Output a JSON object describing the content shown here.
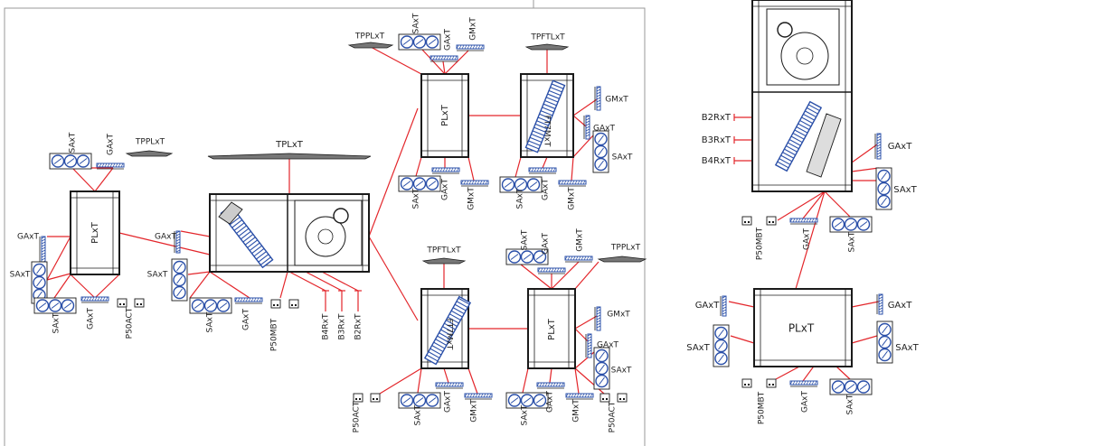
{
  "labels": {
    "plxt": "PLxT",
    "tplxt": "TPLxT",
    "tppl_t": "TPPLxT",
    "tpftlxt": "TPFTLxT",
    "saxt": "SAxT",
    "gaxt": "GAxT",
    "gmxt": "GMxT",
    "ft7mxt": "FT7MxT",
    "p50act": "P50ACT",
    "p50mbt": "P50MBT",
    "b2rxt": "B2RxT",
    "b3rxt": "B3RxT",
    "b4rxt": "B4RxT"
  },
  "colors": {
    "link": "#e3262b",
    "outline": "#1a1a1a",
    "accent": "#2a4fa8",
    "frame": "#9a9a9a"
  }
}
